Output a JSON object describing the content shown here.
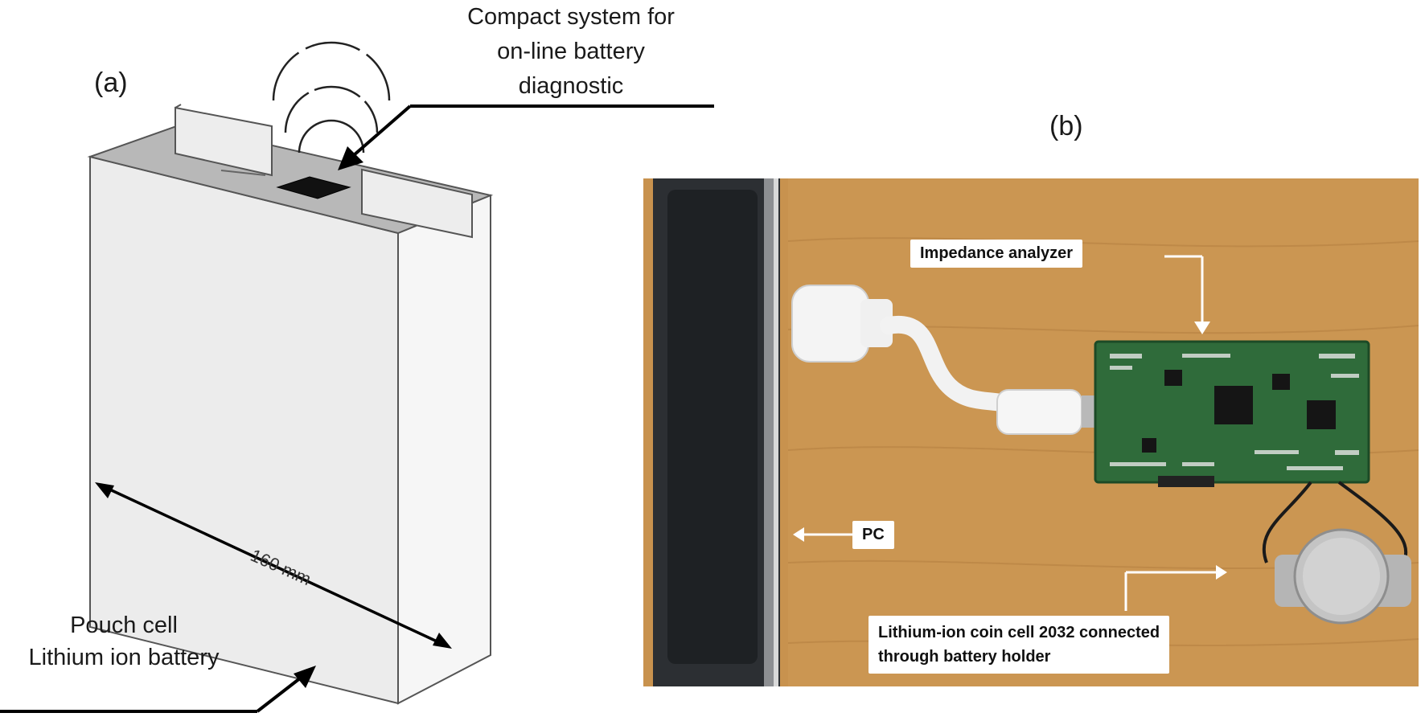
{
  "panel_a": {
    "label": "(a)",
    "compact_system_label": [
      "Compact system for",
      "on-line battery",
      "diagnostic"
    ],
    "dimension_label": "160 mm",
    "pouch_label": [
      "Pouch cell",
      "Lithium ion battery"
    ]
  },
  "panel_b": {
    "label": "(b)",
    "impedance_label": "Impedance analyzer",
    "pc_label": "PC",
    "coin_cell_label": [
      "Lithium-ion coin cell 2032 connected",
      "through battery holder"
    ]
  },
  "colors": {
    "battery_face": "#ececec",
    "battery_side": "#f7f7f7",
    "battery_top": "#b9b9b9",
    "wood": "#c8934e",
    "pcb": "#2f6b3a",
    "monitor": "#2c2f33"
  }
}
